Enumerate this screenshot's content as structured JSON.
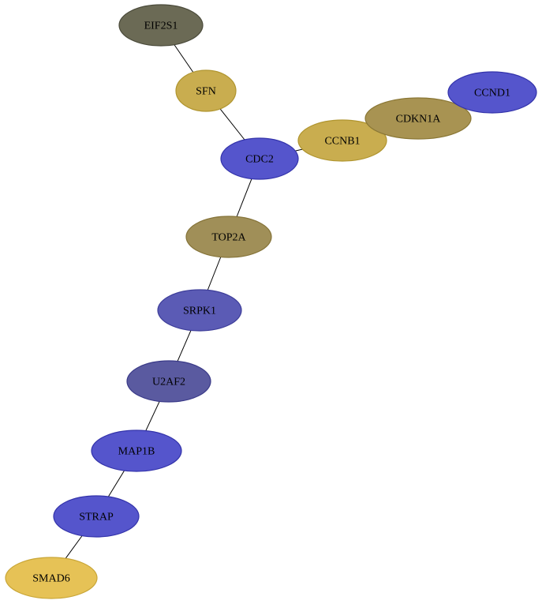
{
  "graph": {
    "nodes": [
      {
        "id": "EIF2S1",
        "label": "EIF2S1",
        "fill": "#6b6a55",
        "stroke": "#4a4a3a"
      },
      {
        "id": "SFN",
        "label": "SFN",
        "fill": "#c9ad4f",
        "stroke": "#b0952f"
      },
      {
        "id": "CDC2",
        "label": "CDC2",
        "fill": "#5555cc",
        "stroke": "#3333aa"
      },
      {
        "id": "CCNB1",
        "label": "CCNB1",
        "fill": "#c9ad4f",
        "stroke": "#b0952f"
      },
      {
        "id": "CDKN1A",
        "label": "CDKN1A",
        "fill": "#a89352",
        "stroke": "#8a7735"
      },
      {
        "id": "CCND1",
        "label": "CCND1",
        "fill": "#5555cc",
        "stroke": "#3333aa"
      },
      {
        "id": "TOP2A",
        "label": "TOP2A",
        "fill": "#a08f58",
        "stroke": "#857338"
      },
      {
        "id": "SRPK1",
        "label": "SRPK1",
        "fill": "#5b5bb5",
        "stroke": "#3d3d99"
      },
      {
        "id": "U2AF2",
        "label": "U2AF2",
        "fill": "#5a5aa0",
        "stroke": "#3a3a88"
      },
      {
        "id": "MAP1B",
        "label": "MAP1B",
        "fill": "#5555cc",
        "stroke": "#3333aa"
      },
      {
        "id": "STRAP",
        "label": "STRAP",
        "fill": "#5555cc",
        "stroke": "#3333aa"
      },
      {
        "id": "SMAD6",
        "label": "SMAD6",
        "fill": "#e6c256",
        "stroke": "#c9a637"
      }
    ],
    "edges": [
      {
        "from": "EIF2S1",
        "to": "SFN"
      },
      {
        "from": "SFN",
        "to": "CDC2"
      },
      {
        "from": "CDC2",
        "to": "CCNB1"
      },
      {
        "from": "CDC2",
        "to": "TOP2A"
      },
      {
        "from": "TOP2A",
        "to": "SRPK1"
      },
      {
        "from": "SRPK1",
        "to": "U2AF2"
      },
      {
        "from": "U2AF2",
        "to": "MAP1B"
      },
      {
        "from": "MAP1B",
        "to": "STRAP"
      },
      {
        "from": "STRAP",
        "to": "SMAD6"
      }
    ]
  }
}
